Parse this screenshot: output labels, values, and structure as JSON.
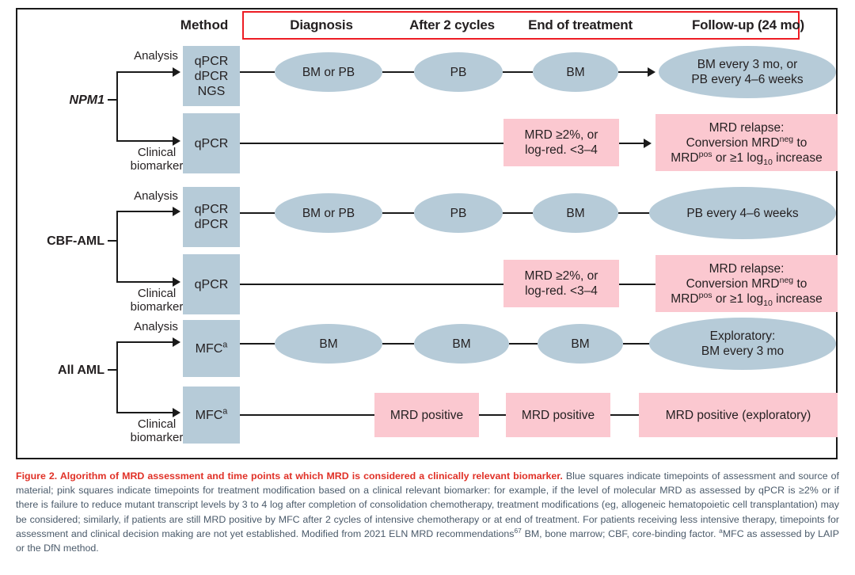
{
  "figure": {
    "method_header": "Method",
    "timepoint_headers": [
      "Diagnosis",
      "After 2 cycles",
      "End of treatment",
      "Follow-up (24 mo)"
    ],
    "header_border_color": "#ed1c24",
    "blue_color": "#b6cbd8",
    "pink_color": "#fbc8d0",
    "groups": [
      {
        "name": "NPM1",
        "italic": true,
        "branches": [
          {
            "branch_label": "Analysis",
            "method": "qPCR\ndPCR\nNGS",
            "method_lines": [
              "qPCR",
              "dPCR",
              "NGS"
            ],
            "cells": [
              {
                "kind": "ellipse",
                "text": "BM or PB"
              },
              {
                "kind": "ellipse",
                "text": "PB"
              },
              {
                "kind": "ellipse",
                "text": "BM"
              },
              {
                "kind": "ellipse",
                "text": "BM every 3 mo, or\nPB every 4–6 weeks"
              }
            ]
          },
          {
            "branch_label": "Clinical\nbiomarker",
            "method": "qPCR",
            "method_lines": [
              "qPCR"
            ],
            "cells": [
              {
                "kind": "empty",
                "text": ""
              },
              {
                "kind": "empty",
                "text": ""
              },
              {
                "kind": "pink",
                "text": "MRD ≥2%, or\nlog-red. <3–4"
              },
              {
                "kind": "pink",
                "text": "MRD relapse:\nConversion MRDneg to\nMRDpos or ≥1 log10 increase"
              }
            ]
          }
        ]
      },
      {
        "name": "CBF-AML",
        "italic": false,
        "branches": [
          {
            "branch_label": "Analysis",
            "method": "qPCR\ndPCR",
            "method_lines": [
              "qPCR",
              "dPCR"
            ],
            "cells": [
              {
                "kind": "ellipse",
                "text": "BM or PB"
              },
              {
                "kind": "ellipse",
                "text": "PB"
              },
              {
                "kind": "ellipse",
                "text": "BM"
              },
              {
                "kind": "ellipse",
                "text": "PB every 4–6 weeks"
              }
            ]
          },
          {
            "branch_label": "Clinical\nbiomarker",
            "method": "qPCR",
            "method_lines": [
              "qPCR"
            ],
            "cells": [
              {
                "kind": "empty",
                "text": ""
              },
              {
                "kind": "empty",
                "text": ""
              },
              {
                "kind": "pink",
                "text": "MRD ≥2%, or\nlog-red. <3–4"
              },
              {
                "kind": "pink",
                "text": "MRD relapse:\nConversion MRDneg to\nMRDpos or ≥1 log10 increase"
              }
            ]
          }
        ]
      },
      {
        "name": "All AML",
        "italic": false,
        "branches": [
          {
            "branch_label": "Analysis",
            "method": "MFCa",
            "method_lines": [
              "MFC"
            ],
            "method_superscript": "a",
            "cells": [
              {
                "kind": "ellipse",
                "text": "BM"
              },
              {
                "kind": "ellipse",
                "text": "BM"
              },
              {
                "kind": "ellipse",
                "text": "BM"
              },
              {
                "kind": "ellipse",
                "text": "Exploratory:\nBM every 3 mo"
              }
            ]
          },
          {
            "branch_label": "Clinical\nbiomarker",
            "method": "MFCa",
            "method_lines": [
              "MFC"
            ],
            "method_superscript": "a",
            "cells": [
              {
                "kind": "empty",
                "text": ""
              },
              {
                "kind": "pink",
                "text": "MRD positive"
              },
              {
                "kind": "pink",
                "text": "MRD positive"
              },
              {
                "kind": "pink",
                "text": "MRD positive (exploratory)"
              }
            ]
          }
        ]
      }
    ]
  },
  "caption": {
    "title": "Figure 2. Algorithm of MRD assessment and time points at which MRD is considered a clinically relevant biomarker.",
    "body_part1": " Blue squares indicate timepoints of assessment and source of material; pink squares indicate timepoints for treatment modification based on a clinical relevant biomarker: for example, if the level of molecular MRD as assessed by qPCR is ≥2% or if there is failure to reduce mutant transcript levels by 3 to 4 log after completion of consolidation chemotherapy, treatment modifications (eg, allogeneic hematopoietic cell transplantation) may be considered; similarly, if patients are still MRD positive by MFC after 2 cycles of intensive chemotherapy or at end of treatment. For patients receiving less intensive therapy, timepoints for assessment and clinical decision making are not yet established. Modified from 2021 ELN MRD recommendations",
    "reference_superscript": "67",
    "body_part2": " BM, bone marrow; CBF, core-binding factor. ",
    "footnote_superscript": "a",
    "body_part3": "MFC as assessed by LAIP or the DfN method."
  }
}
